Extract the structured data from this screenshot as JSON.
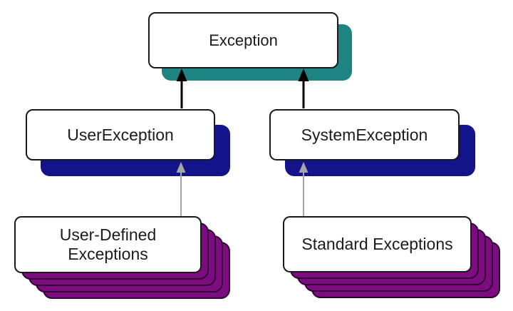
{
  "diagram": {
    "type": "class-hierarchy",
    "nodes": {
      "exception": {
        "label": "Exception"
      },
      "user_exception": {
        "label": "UserException"
      },
      "system_exception": {
        "label": "SystemException"
      },
      "user_defined": {
        "label": "User-Defined Exceptions"
      },
      "standard": {
        "label": "Standard Exceptions"
      }
    },
    "edges": [
      {
        "from": "UserException",
        "to": "Exception",
        "style": "solid-black-arrow"
      },
      {
        "from": "SystemException",
        "to": "Exception",
        "style": "solid-black-arrow"
      },
      {
        "from": "User-Defined Exceptions",
        "to": "UserException",
        "style": "thin-gray-arrow"
      },
      {
        "from": "Standard Exceptions",
        "to": "SystemException",
        "style": "thin-gray-arrow"
      }
    ],
    "colors": {
      "teal_shadow": "#1E8383",
      "navy_shadow": "#13138A",
      "purple_stack": "#7D0C80",
      "purple_border": "#310136",
      "box_border": "#1A1A1A",
      "box_fill": "#FFFFFF",
      "text_color": "#1C1C1C",
      "black_arrow": "#000000",
      "gray_arrow": "#A6A6A6",
      "canvas_bg": "#FFFFFF"
    }
  }
}
